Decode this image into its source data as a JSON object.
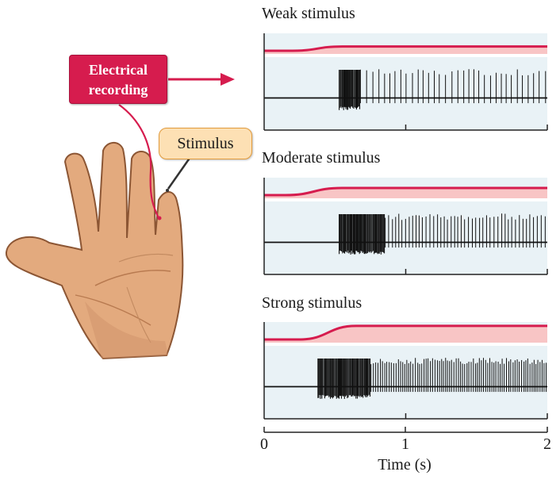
{
  "callouts": {
    "recording_line1": "Electrical",
    "recording_line2": "recording",
    "stimulus": "Stimulus"
  },
  "panels": [
    {
      "title": "Weak stimulus"
    },
    {
      "title": "Moderate stimulus"
    },
    {
      "title": "Strong stimulus"
    }
  ],
  "colors": {
    "stimulus_trace": "#d61c4e",
    "stimulus_fill": "#f8c5c5",
    "panel_bg": "#e9f2f6",
    "callout_red": "#d61c4e",
    "callout_orange": "#fde0b4",
    "skin": "#e0a77a"
  },
  "chart_data": {
    "type": "line",
    "x_axis": {
      "label": "Time (s)",
      "ticks": [
        "0",
        "1",
        "2"
      ],
      "range": [
        0,
        2
      ]
    },
    "series": [
      {
        "name": "Weak stimulus",
        "stimulus_onset_s": 0.2,
        "stimulus_plateau_s": 0.55,
        "stimulus_level": 0.3,
        "spike_start_s": 0.53,
        "burst_end_s": 0.68,
        "tonic_interval_s": 0.04
      },
      {
        "name": "Moderate stimulus",
        "stimulus_onset_s": 0.15,
        "stimulus_plateau_s": 0.55,
        "stimulus_level": 0.5,
        "spike_start_s": 0.53,
        "burst_end_s": 0.85,
        "tonic_interval_s": 0.025
      },
      {
        "name": "Strong stimulus",
        "stimulus_onset_s": 0.25,
        "stimulus_plateau_s": 0.65,
        "stimulus_level": 0.95,
        "spike_start_s": 0.38,
        "burst_end_s": 0.75,
        "tonic_interval_s": 0.015
      }
    ]
  }
}
